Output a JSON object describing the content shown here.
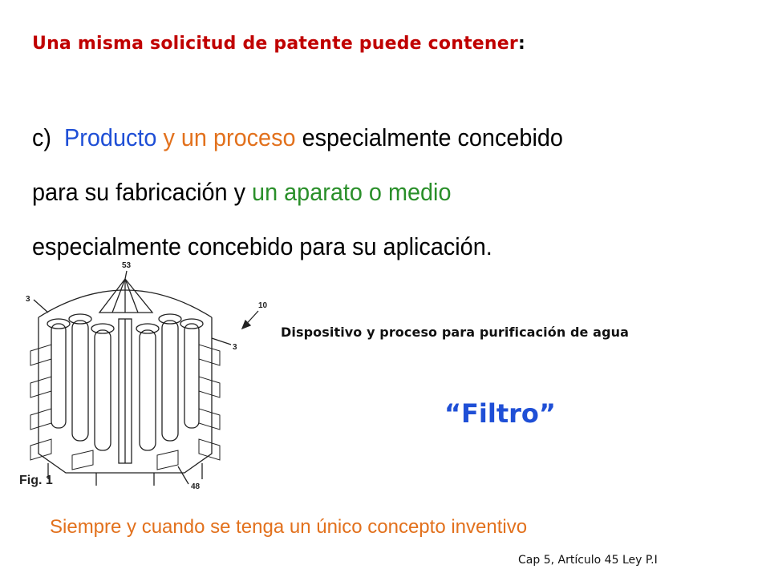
{
  "title": {
    "text": "Una misma solicitud de patente puede contener",
    "colon": ":"
  },
  "body": {
    "item_label": "c)",
    "producto": "Producto",
    "y1": "y",
    "un_proceso": "un proceso",
    "especialmente_concebido_1": "especialmente concebido",
    "line2_prefix": "para su fabricación y",
    "aparato": "un aparato o medio",
    "line3": "especialmente concebido para su aplicación."
  },
  "figure": {
    "label": "Fig. 1",
    "ref_53": "53",
    "ref_10": "10",
    "ref_3a": "3",
    "ref_3b": "3",
    "ref_48": "48"
  },
  "device_caption": "Dispositivo y proceso para purificación de agua",
  "filtro": "“Filtro”",
  "concept_note": "Siempre y cuando se tenga un único concepto inventivo",
  "footer": "Cap 5,  Artículo 45  Ley P.I",
  "colors": {
    "title": "#c00000",
    "blue": "#1f4fd6",
    "orange": "#e2711d",
    "green": "#2a8f2a"
  }
}
